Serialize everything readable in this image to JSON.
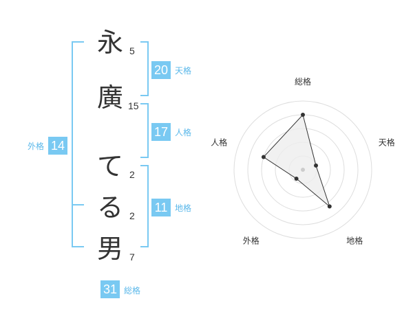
{
  "name_chars": [
    {
      "char": "永",
      "strokes": "5"
    },
    {
      "char": "廣",
      "strokes": "15"
    },
    {
      "char": "て",
      "strokes": "2"
    },
    {
      "char": "る",
      "strokes": "2"
    },
    {
      "char": "男",
      "strokes": "7"
    }
  ],
  "fortunes": {
    "tenkaku": {
      "value": "20",
      "label": "天格"
    },
    "jinkaku": {
      "value": "17",
      "label": "人格"
    },
    "chikaku": {
      "value": "11",
      "label": "地格"
    },
    "gaikaku": {
      "value": "14",
      "label": "外格"
    },
    "soukaku": {
      "value": "31",
      "label": "総格"
    }
  },
  "colors": {
    "accent": "#79c9f2",
    "accent_text": "#5bb8ea",
    "text": "#333333",
    "ring": "#dddddd",
    "fill": "#eeeeee"
  },
  "chart_data": {
    "type": "radar",
    "axes": [
      "総格",
      "天格",
      "地格",
      "外格",
      "人格"
    ],
    "values": [
      4,
      1,
      3.3,
      0.8,
      3
    ],
    "rmax": 5,
    "rings": 5
  }
}
